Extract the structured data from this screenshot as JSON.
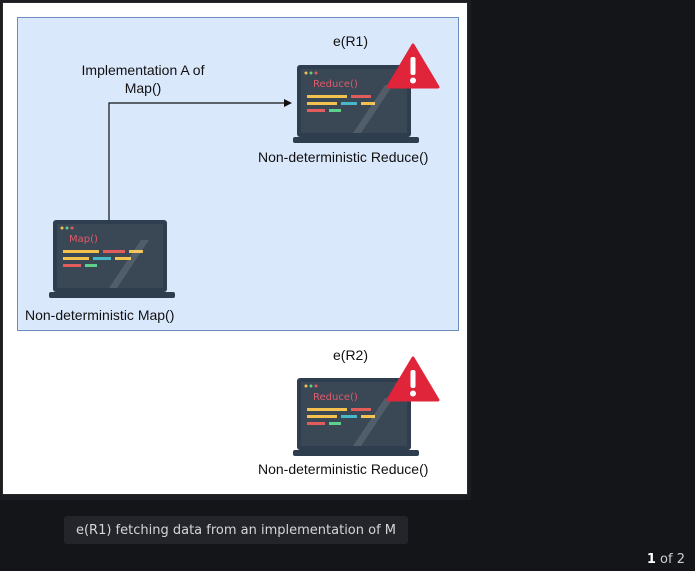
{
  "diagram": {
    "arrow_label": "Implementation A of\nMap()",
    "map_node": {
      "screen_label": "Map()",
      "caption": "Non-deterministic Map()"
    },
    "reducer_r1": {
      "title": "e(R1)",
      "screen_label": "Reduce()",
      "caption": "Non-deterministic Reduce()"
    },
    "reducer_r2": {
      "title": "e(R2)",
      "screen_label": "Reduce()",
      "caption": "Non-deterministic Reduce()"
    },
    "colors": {
      "highlight_fill": "#dae8fc",
      "highlight_border": "#6c8ebf",
      "laptop_body": "#2f3e4e",
      "warning_red": "#e0243a"
    }
  },
  "caption": "e(R1) fetching data from an implementation of M",
  "pager": {
    "current": "1",
    "separator": "of",
    "total": "2"
  }
}
